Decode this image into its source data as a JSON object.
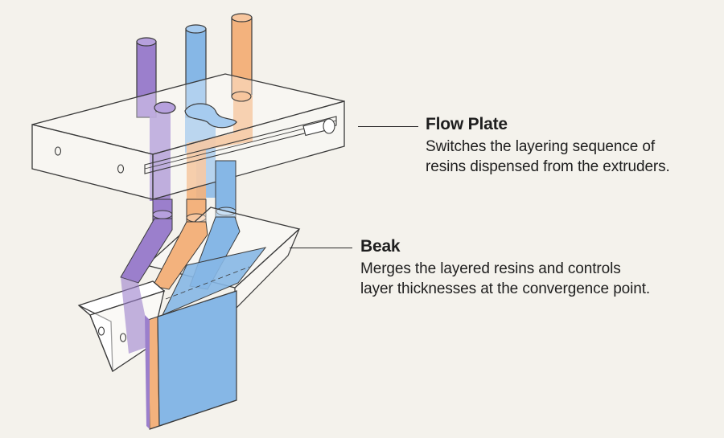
{
  "flow_plate": {
    "title": "Flow Plate",
    "description_lines": [
      "Switches the layering sequence of",
      "resins dispensed from the extruders."
    ]
  },
  "beak": {
    "title": "Beak",
    "description_lines": [
      "Merges the layered resins and controls",
      "layer thicknesses at the convergence point."
    ]
  },
  "colors": {
    "background": "#f4f2ec",
    "resin_purple": "#9b7fcc",
    "resin_blue": "#86b7e6",
    "resin_orange": "#f3b27d",
    "line": "#3a3a3a"
  }
}
